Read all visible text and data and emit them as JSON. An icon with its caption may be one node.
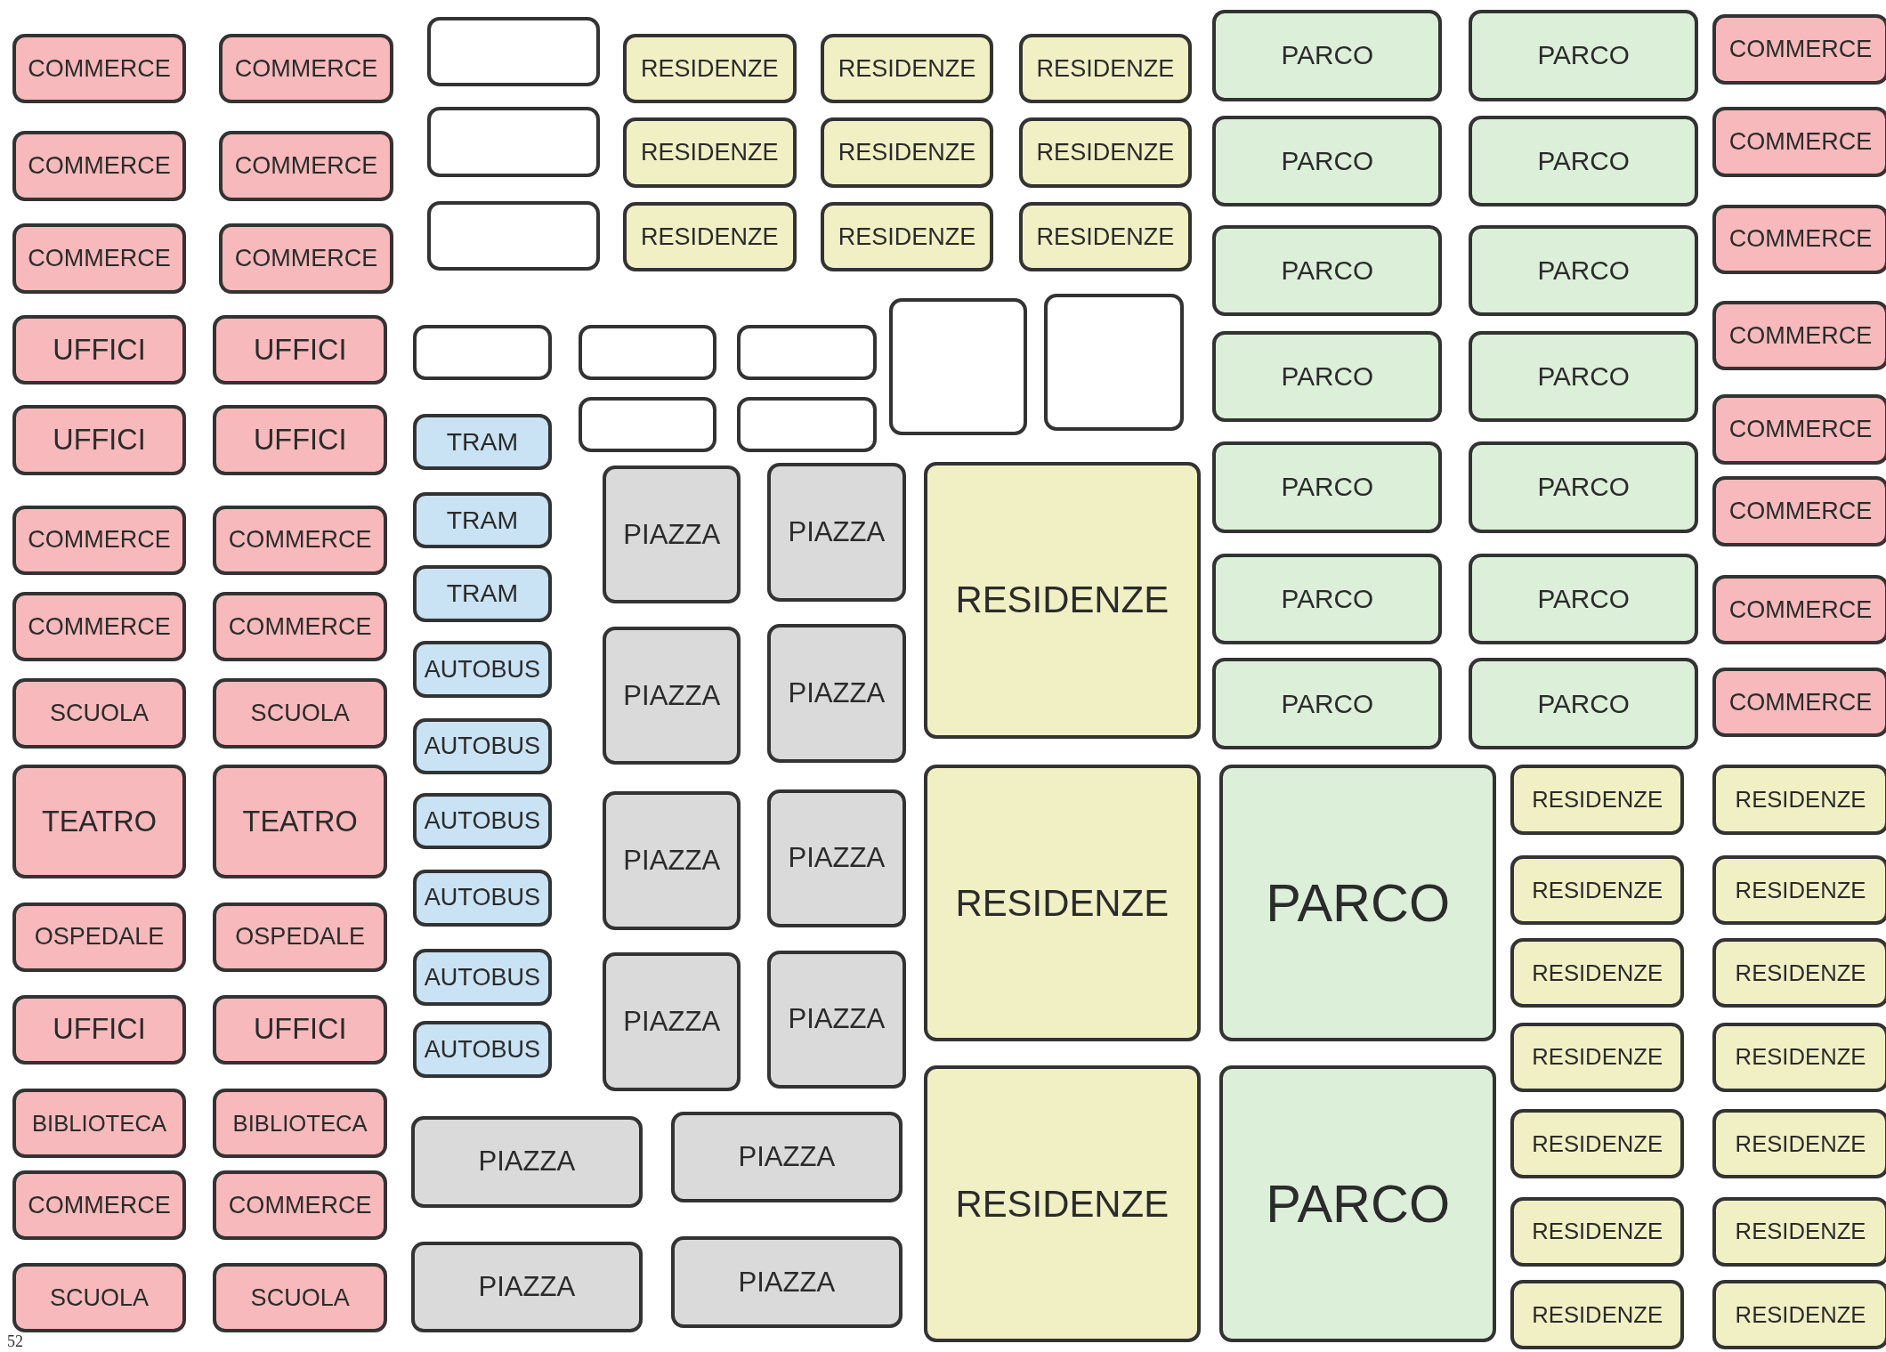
{
  "diagram": {
    "nodes": [
      {
        "text": [
          "COMMERCE"
        ]
      },
      {
        "text": [
          "COMMERCE"
        ]
      },
      {
        "text": [
          "COMMERCE"
        ]
      },
      {
        "text": [
          "UFFICI"
        ]
      },
      {
        "text": [
          "UFFICI"
        ]
      },
      {
        "text": [
          "COMMERCE"
        ]
      },
      {
        "text": [
          "COMMERCE"
        ]
      },
      {
        "text": [
          "SCUOLA"
        ]
      },
      {
        "text": [
          "TEATRO"
        ]
      },
      {
        "text": [
          "OSPEDALE"
        ]
      },
      {
        "text": [
          "UFFICI"
        ]
      },
      {
        "text": [
          "BIBLIOTECA"
        ]
      },
      {
        "text": [
          "COMMERCE"
        ]
      },
      {
        "text": [
          "SCUOLA"
        ]
      },
      {
        "text": [
          "COMMERCE"
        ]
      },
      {
        "text": [
          "COMMERCE"
        ]
      },
      {
        "text": [
          "COMMERCE"
        ]
      },
      {
        "text": [
          "UFFICI"
        ]
      },
      {
        "text": [
          "UFFICI"
        ]
      },
      {
        "text": [
          "COMMERCE"
        ]
      },
      {
        "text": [
          "COMMERCE"
        ]
      },
      {
        "text": [
          "SCUOLA"
        ]
      },
      {
        "text": [
          "TEATRO"
        ]
      },
      {
        "text": [
          "OSPEDALE"
        ]
      },
      {
        "text": [
          "UFFICI"
        ]
      },
      {
        "text": [
          "BIBLIOTECA"
        ]
      },
      {
        "text": [
          "COMMERCE"
        ]
      },
      {
        "text": [
          "SCUOLA"
        ]
      },
      {
        "text": [],
        "shape": "box"
      },
      {
        "text": [],
        "shape": "box"
      },
      {
        "text": [],
        "shape": "box"
      },
      {
        "text": [],
        "shape": "box"
      },
      {
        "text": [],
        "shape": "box"
      },
      {
        "text": [],
        "shape": "box"
      },
      {
        "text": [],
        "shape": "box"
      },
      {
        "text": [],
        "shape": "box"
      },
      {
        "text": [],
        "shape": "box"
      },
      {
        "text": [],
        "shape": "box"
      },
      {
        "text": [
          "TRAM"
        ]
      },
      {
        "text": [
          "TRAM"
        ]
      },
      {
        "text": [
          "TRAM"
        ]
      },
      {
        "text": [
          "AUTOBUS"
        ]
      },
      {
        "text": [
          "AUTOBUS"
        ]
      },
      {
        "text": [
          "AUTOBUS"
        ]
      },
      {
        "text": [
          "AUTOBUS"
        ]
      },
      {
        "text": [
          "AUTOBUS"
        ]
      },
      {
        "text": [
          "AUTOBUS"
        ]
      },
      {
        "text": [
          "PIAZZA"
        ]
      },
      {
        "text": [
          "PIAZZA"
        ]
      },
      {
        "text": [
          "PIAZZA"
        ]
      },
      {
        "text": [
          "PIAZZA"
        ]
      },
      {
        "text": [
          "PIAZZA"
        ]
      },
      {
        "text": [
          "PIAZZA"
        ]
      },
      {
        "text": [
          "PIAZZA"
        ]
      },
      {
        "text": [
          "PIAZZA"
        ]
      },
      {
        "text": [
          "PIAZZA"
        ]
      },
      {
        "text": [
          "PIAZZA"
        ]
      },
      {
        "text": [
          "PIAZZA"
        ]
      },
      {
        "text": [
          "PIAZZA"
        ]
      },
      {
        "text": [
          "RESIDENZE"
        ]
      },
      {
        "text": [
          "RESIDENZE"
        ]
      },
      {
        "text": [
          "RESIDENZE"
        ]
      },
      {
        "text": [
          "RESIDENZE"
        ]
      },
      {
        "text": [
          "RESIDENZE"
        ]
      },
      {
        "text": [
          "RESIDENZE"
        ]
      },
      {
        "text": [
          "RESIDENZE"
        ]
      },
      {
        "text": [
          "RESIDENZE"
        ]
      },
      {
        "text": [
          "RESIDENZE"
        ]
      },
      {
        "text": [
          "RESIDENZE"
        ]
      },
      {
        "text": [
          "RESIDENZE"
        ]
      },
      {
        "text": [
          "RESIDENZE"
        ]
      },
      {
        "text": [
          "PARCO"
        ]
      },
      {
        "text": [
          "PARCO"
        ]
      },
      {
        "text": [
          "PARCO"
        ]
      },
      {
        "text": [
          "PARCO"
        ]
      },
      {
        "text": [
          "PARCO"
        ]
      },
      {
        "text": [
          "PARCO"
        ]
      },
      {
        "text": [
          "PARCO"
        ]
      },
      {
        "text": [
          "PARCO"
        ]
      },
      {
        "text": [
          "PARCO"
        ]
      },
      {
        "text": [
          "PARCO"
        ]
      },
      {
        "text": [
          "PARCO"
        ]
      },
      {
        "text": [
          "PARCO"
        ]
      },
      {
        "text": [
          "PARCO"
        ]
      },
      {
        "text": [
          "PARCO"
        ]
      },
      {
        "text": [
          "PARCO"
        ]
      },
      {
        "text": [
          "PARCO"
        ]
      },
      {
        "text": [
          "COMMERCE"
        ]
      },
      {
        "text": [
          "COMMERCE"
        ]
      },
      {
        "text": [
          "COMMERCE"
        ]
      },
      {
        "text": [
          "COMMERCE"
        ]
      },
      {
        "text": [
          "COMMERCE"
        ]
      },
      {
        "text": [
          "COMMERCE"
        ]
      },
      {
        "text": [
          "COMMERCE"
        ]
      },
      {
        "text": [
          "COMMERCE"
        ]
      },
      {
        "text": [
          "RESIDENZE"
        ]
      },
      {
        "text": [
          "RESIDENZE"
        ]
      },
      {
        "text": [
          "RESIDENZE"
        ]
      },
      {
        "text": [
          "RESIDENZE"
        ]
      },
      {
        "text": [
          "RESIDENZE"
        ]
      },
      {
        "text": [
          "RESIDENZE"
        ]
      },
      {
        "text": [
          "RESIDENZE"
        ]
      },
      {
        "text": [
          "RESIDENZE"
        ]
      },
      {
        "text": [
          "RESIDENZE"
        ]
      },
      {
        "text": [
          "RESIDENZE"
        ]
      },
      {
        "text": [
          "RESIDENZE"
        ]
      },
      {
        "text": [
          "RESIDENZE"
        ]
      },
      {
        "text": [
          "RESIDENZE"
        ]
      },
      {
        "text": [
          "RESIDENZE"
        ]
      }
    ],
    "labels": [
      "52"
    ]
  }
}
